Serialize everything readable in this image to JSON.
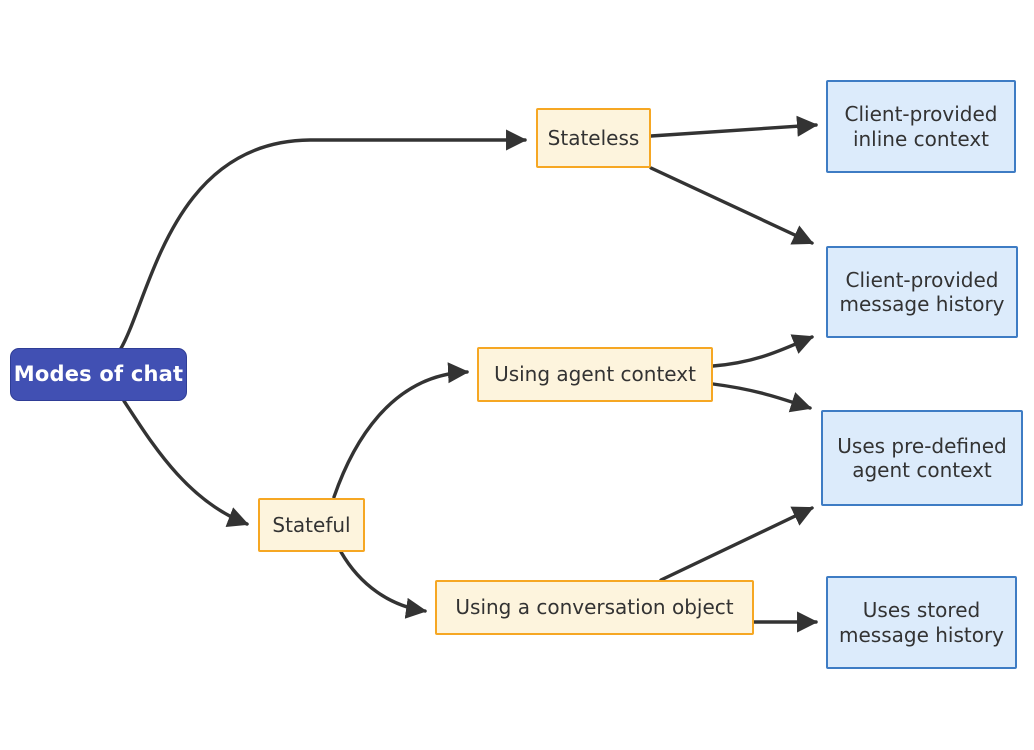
{
  "diagram": {
    "title": "Modes of chat",
    "type": "flowchart",
    "direction": "left-to-right",
    "background_color": "#ffffff",
    "styles": {
      "root_fill": "#4150b3",
      "root_stroke": "#2f3d96",
      "root_text": "#ffffff",
      "branch_fill": "#fdf4dd",
      "branch_stroke": "#f6a723",
      "branch_text": "#333333",
      "leaf_fill": "#dcebfb",
      "leaf_stroke": "#3e7cc4",
      "leaf_text": "#333333",
      "edge_color": "#333333"
    },
    "nodes": {
      "root": {
        "label": "Modes of chat",
        "kind": "root"
      },
      "stateless": {
        "label": "Stateless",
        "kind": "branch"
      },
      "stateful": {
        "label": "Stateful",
        "kind": "branch"
      },
      "agent_context": {
        "label": "Using agent context",
        "kind": "branch"
      },
      "conversation_object": {
        "label": "Using a conversation object",
        "kind": "branch"
      },
      "inline_context": {
        "label": "Client-provided\ninline context",
        "kind": "leaf"
      },
      "client_history": {
        "label": "Client-provided\nmessage history",
        "kind": "leaf"
      },
      "predefined_agent": {
        "label": "Uses pre-defined\nagent context",
        "kind": "leaf"
      },
      "stored_history": {
        "label": "Uses stored\nmessage history",
        "kind": "leaf"
      }
    },
    "edges": [
      {
        "from": "root",
        "to": "stateless"
      },
      {
        "from": "root",
        "to": "stateful"
      },
      {
        "from": "stateless",
        "to": "inline_context"
      },
      {
        "from": "stateless",
        "to": "client_history"
      },
      {
        "from": "stateful",
        "to": "agent_context"
      },
      {
        "from": "stateful",
        "to": "conversation_object"
      },
      {
        "from": "agent_context",
        "to": "client_history"
      },
      {
        "from": "agent_context",
        "to": "predefined_agent"
      },
      {
        "from": "conversation_object",
        "to": "predefined_agent"
      },
      {
        "from": "conversation_object",
        "to": "stored_history"
      }
    ]
  }
}
